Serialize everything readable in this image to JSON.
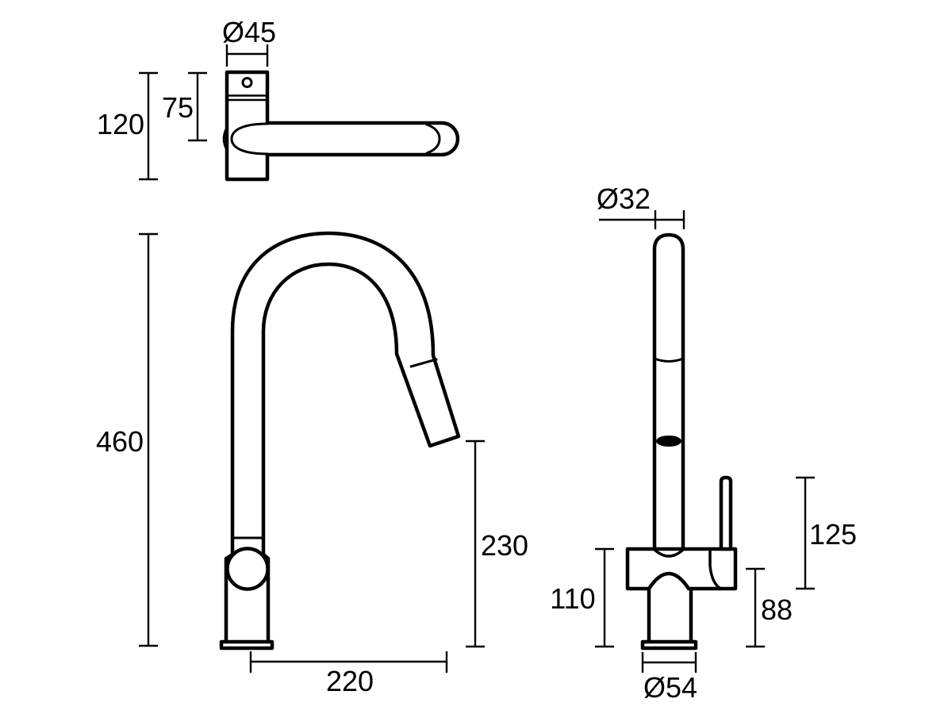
{
  "title": "Pull-out sink mixer tap technical dimension drawing",
  "colors": {
    "background": "#ffffff",
    "line": "#000000"
  },
  "views": {
    "top": {
      "dimensions": {
        "base_diameter": "Ø45",
        "spout_axis_offset": "75",
        "base_length": "120"
      }
    },
    "front": {
      "dimensions": {
        "overall_height": "460",
        "outlet_clearance": "230",
        "spout_reach": "220"
      }
    },
    "side": {
      "dimensions": {
        "spout_tube_diameter": "Ø32",
        "handle_height": "125",
        "body_height": "110",
        "outlet_port_height": "88",
        "base_flange_diameter": "Ø54"
      }
    }
  }
}
